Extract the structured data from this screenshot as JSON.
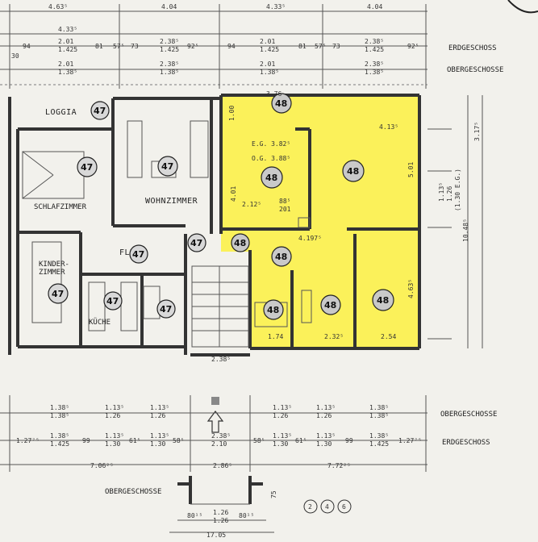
{
  "top_dims": {
    "row1": [
      "4.63⁵",
      "4.04",
      "4.33⁵",
      "4.04"
    ],
    "row2": [
      "4.33⁵"
    ],
    "row3": [
      "94",
      "2.01",
      "1.425",
      "81",
      "57⁵",
      "73",
      "2.38⁵",
      "1.425",
      "92⁵",
      "94",
      "2.01",
      "1.425",
      "81",
      "57⁵",
      "73",
      "2.38⁵",
      "1.425",
      "92⁵"
    ],
    "row4": [
      "30",
      "2.01",
      "1.38⁵",
      "2.38⁵",
      "1.38⁵",
      "2.01",
      "1.38⁵",
      "2.38⁵",
      "1.38⁵"
    ],
    "label_eg": "ERDGESCHOSS",
    "label_og": "OBERGESCHOSSE"
  },
  "rooms": {
    "loggia": "LOGGIA",
    "schlafzimmer": "SCHLAFZIMMER",
    "wohnzimmer": "WOHNZIMMER",
    "kinderzimmer1": "KINDER-",
    "kinderzimmer2": "ZIMMER",
    "kueche": "KÜCHE",
    "flur": "FLUR"
  },
  "unit_numbers": {
    "a": "47",
    "b": "48"
  },
  "annotations": {
    "eg": "E.G. 3.82⁵",
    "og": "O.G. 3.88⁵",
    "d401": "4.01",
    "d212": "2.12⁵",
    "d88": "88⁵",
    "d201a": "201",
    "d413": "4.13⁵",
    "d501": "5.01",
    "d4197": "4.197⁵",
    "d463": "4.63⁵",
    "d238": "2.38⁵",
    "d232": "2.32⁵",
    "d254": "2.54",
    "d376": "3.76",
    "d174": "1.74",
    "d100": "1.00",
    "side1": "3.17⁵",
    "side2": "10.48⁵",
    "side3": "1.13⁵",
    "side4": "1.26",
    "side5": "(1.30 E.G.)"
  },
  "bottom_dims": {
    "row1": [
      "1.38⁵",
      "1.38⁵",
      "1.13⁵",
      "1.26",
      "1.13⁵",
      "1.26",
      "1.13⁵",
      "1.26",
      "1.13⁵",
      "1.26",
      "1.38⁵",
      "1.38⁵"
    ],
    "row2": [
      "1.27⁷⁵",
      "1.38⁵",
      "1.425",
      "99",
      "1.13⁵",
      "1.30",
      "61⁵",
      "1.13⁵",
      "1.30",
      "58⁵",
      "2.38⁵",
      "2.10",
      "58⁵",
      "1.13⁵",
      "1.30",
      "61⁵",
      "1.13⁵",
      "1.30",
      "99",
      "1.38⁵",
      "1.425",
      "1.27⁷⁵"
    ],
    "total_left": "7.06²⁵",
    "total_mid": "2.86⁵",
    "total_right": "7.72²⁵",
    "label_og": "OBERGESCHOSSE",
    "label_eg": "ERDGESCHOSS",
    "label_og2": "OBERGESCHOSSE",
    "entry": [
      "80¹⁵",
      "1.26",
      "1.26",
      "80¹⁵"
    ],
    "total": "17.05",
    "d75": "75",
    "page_nums": [
      "2",
      "4",
      "6"
    ]
  }
}
